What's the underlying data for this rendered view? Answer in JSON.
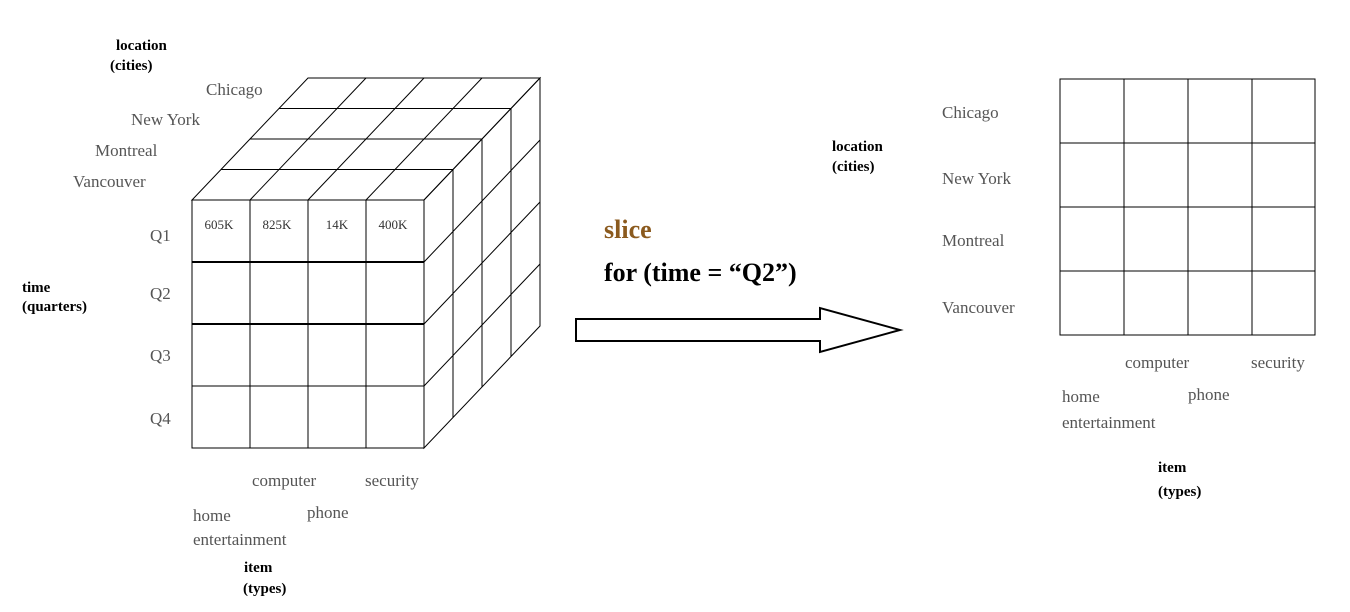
{
  "cube": {
    "location_axis": [
      "location",
      "(cities)"
    ],
    "cities": [
      "Chicago",
      "New York",
      "Montreal",
      "Vancouver"
    ],
    "time_axis": [
      "time",
      "(quarters)"
    ],
    "quarters": [
      "Q1",
      "Q2",
      "Q3",
      "Q4"
    ],
    "q1_values": [
      "605K",
      "825K",
      "14K",
      "400K"
    ],
    "item_axis": [
      "item",
      "(types)"
    ],
    "items": [
      "computer",
      "security",
      "home",
      "phone",
      "entertainment"
    ]
  },
  "operation": {
    "name": "slice",
    "condition": "for (time = “Q2”)",
    "accent_color": "#8B5A1E"
  },
  "slice": {
    "location_axis": [
      "location",
      "(cities)"
    ],
    "cities": [
      "Chicago",
      "New York",
      "Montreal",
      "Vancouver"
    ],
    "items": [
      "computer",
      "security",
      "home",
      "phone",
      "entertainment"
    ],
    "item_axis": [
      "item",
      "(types)"
    ]
  }
}
